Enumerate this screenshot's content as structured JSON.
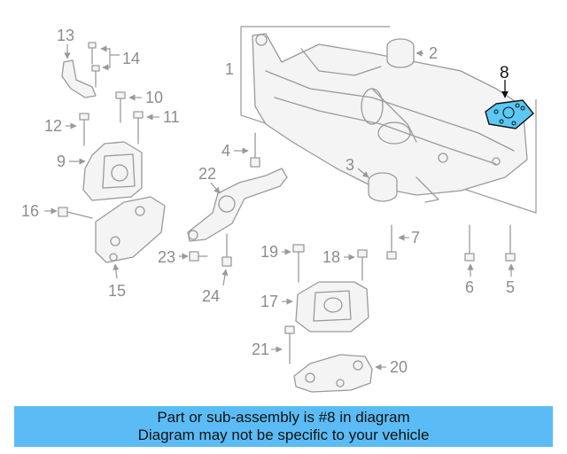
{
  "callouts": {
    "c1": "1",
    "c2": "2",
    "c3": "3",
    "c4": "4",
    "c5": "5",
    "c6": "6",
    "c7": "7",
    "c8": "8",
    "c9": "9",
    "c10": "10",
    "c11": "11",
    "c12": "12",
    "c13": "13",
    "c14": "14",
    "c15": "15",
    "c16": "16",
    "c17": "17",
    "c18": "18",
    "c19": "19",
    "c20": "20",
    "c21": "21",
    "c22": "22",
    "c23": "23",
    "c24": "24"
  },
  "highlight_color": "#5bc8f5",
  "banner": {
    "line1": "Part or sub-assembly is #8 in diagram",
    "line2": "Diagram may not be specific to your vehicle",
    "background": "#5bbcf5"
  }
}
